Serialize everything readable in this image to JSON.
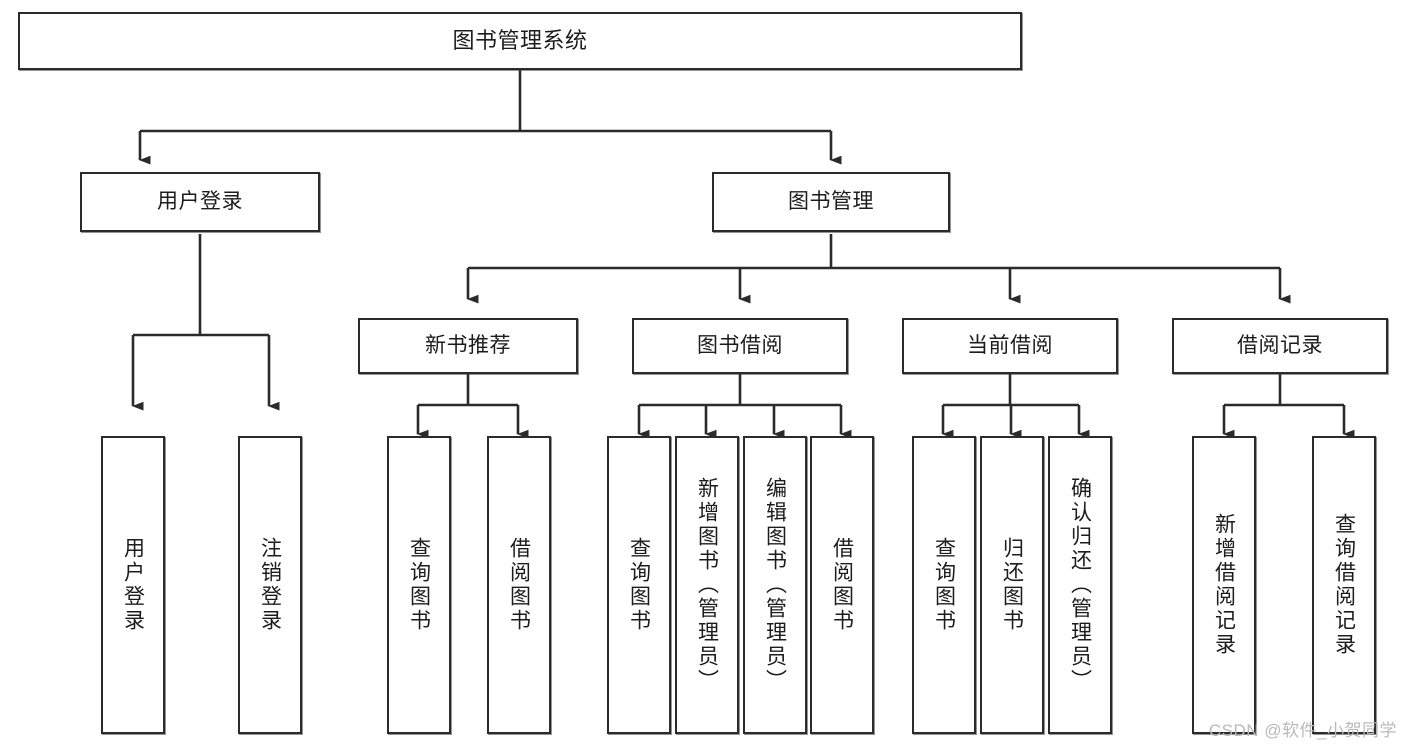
{
  "diagram": {
    "type": "tree-hierarchy-chart",
    "title_text": "图书管理系统",
    "line_color": "#2b2b2b",
    "box_fill": "#ffffff",
    "text_color": "#1c1c1c",
    "root": {
      "label": "图书管理系统"
    },
    "level2": [
      {
        "label": "用户登录"
      },
      {
        "label": "图书管理"
      }
    ],
    "level3": [
      {
        "label": "新书推荐"
      },
      {
        "label": "图书借阅"
      },
      {
        "label": "当前借阅"
      },
      {
        "label": "借阅记录"
      }
    ],
    "leaves": {
      "user_login": [
        {
          "label": "用户登录"
        },
        {
          "label": "注销登录"
        }
      ],
      "new_book_recommend": [
        {
          "label": "查询图书"
        },
        {
          "label": "借阅图书"
        }
      ],
      "book_borrow": [
        {
          "label": "查询图书"
        },
        {
          "label": "新增图书（管理员）"
        },
        {
          "label": "编辑图书（管理员）"
        },
        {
          "label": "借阅图书"
        }
      ],
      "current_borrow": [
        {
          "label": "查询图书"
        },
        {
          "label": "归还图书"
        },
        {
          "label": "确认归还（管理员）"
        }
      ],
      "borrow_record": [
        {
          "label": "新增借阅记录"
        },
        {
          "label": "查询借阅记录"
        }
      ]
    }
  },
  "watermark": {
    "text": "CSDN @软件_小贺同学",
    "color": "#b9b9b9"
  }
}
